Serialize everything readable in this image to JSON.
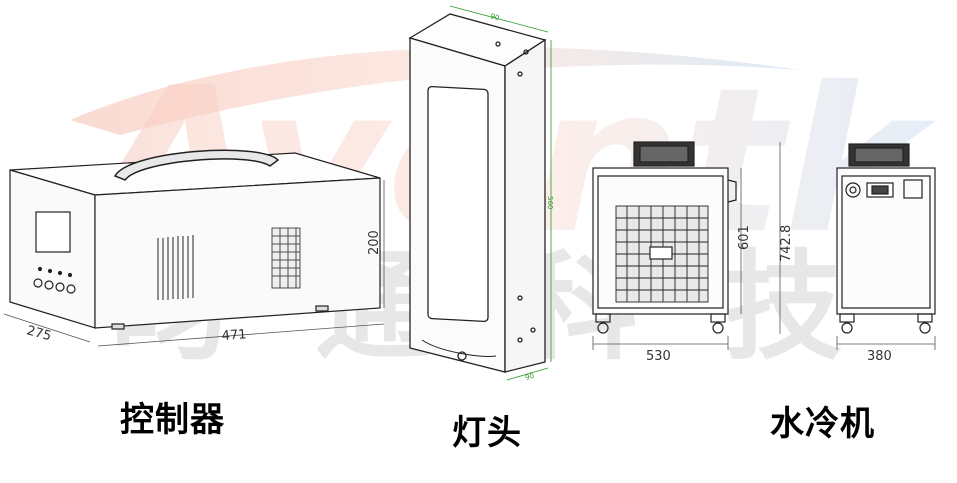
{
  "watermark": {
    "brand": "Aventk",
    "chinese": "昀通科技",
    "colors": {
      "brand_gradient_start": "#f2a08a",
      "brand_gradient_end": "#a8c8e6",
      "chinese": "#d8d8d8"
    }
  },
  "controller": {
    "caption": "控制器",
    "dim_depth": "275",
    "dim_width": "471",
    "dim_height": "200"
  },
  "lamp_head": {
    "caption": "灯头",
    "dim_top": "90",
    "dim_length": "560",
    "dim_bottom": "90"
  },
  "chiller": {
    "caption": "水冷机",
    "dim_front_width": "530",
    "dim_body_height": "601",
    "dim_total_height": "742.8",
    "dim_side_width": "380"
  }
}
